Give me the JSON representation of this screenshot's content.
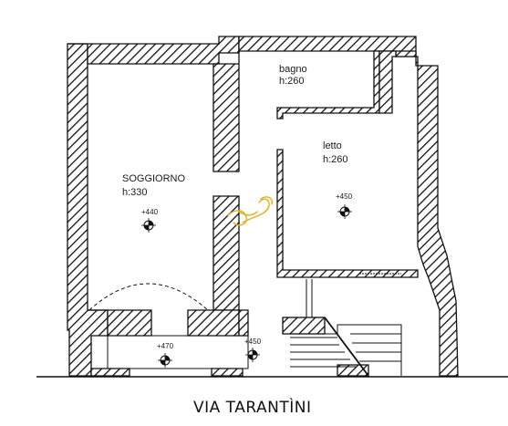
{
  "rooms": {
    "soggiorno": {
      "name": "SOGGIORNO",
      "height": "h:330"
    },
    "bagno": {
      "name": "bagno",
      "height": "h:260"
    },
    "letto": {
      "name": "letto",
      "height": "h:260"
    }
  },
  "elevations": {
    "soggiorno": "+440",
    "letto": "+450",
    "ingresso": "+470",
    "scala": "+450"
  },
  "street": "VIA TARANTÌNI",
  "colors": {
    "walls": "#111111",
    "annotation": "#e0b020"
  }
}
